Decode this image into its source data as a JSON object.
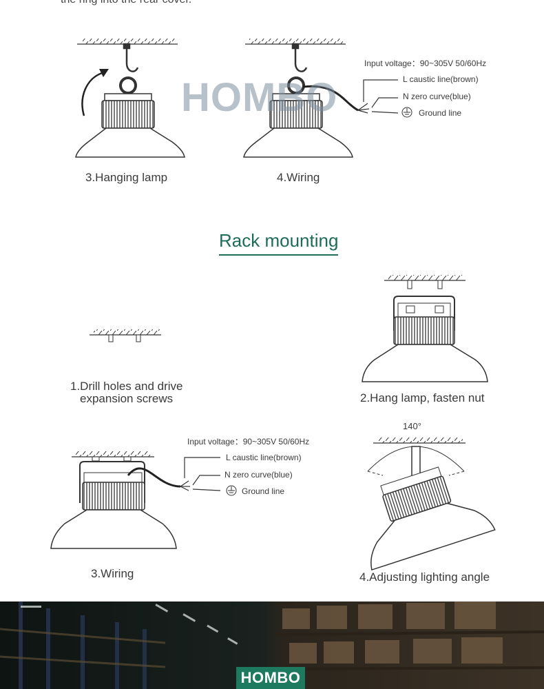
{
  "top_text": "the ring into the rear cover.",
  "watermark": "HOMBO",
  "ceiling_steps": [
    {
      "caption": "3.Hanging lamp"
    },
    {
      "caption": "4.Wiring"
    }
  ],
  "wiring_labels": {
    "input_voltage": "Input voltage：90~305V 50/60Hz",
    "l_line": "L caustic line(brown)",
    "n_line": "N zero curve(blue)",
    "ground": "Ground line"
  },
  "rack_section": {
    "title": "Rack mounting",
    "steps": [
      {
        "caption_line1": "1.Drill holes and drive",
        "caption_line2": "expansion screws"
      },
      {
        "caption": "2.Hang lamp, fasten nut"
      },
      {
        "caption": "3.Wiring"
      },
      {
        "caption": "4.Adjusting lighting angle",
        "angle": "140°"
      }
    ]
  },
  "footer": {
    "logo": "HOMBO"
  }
}
